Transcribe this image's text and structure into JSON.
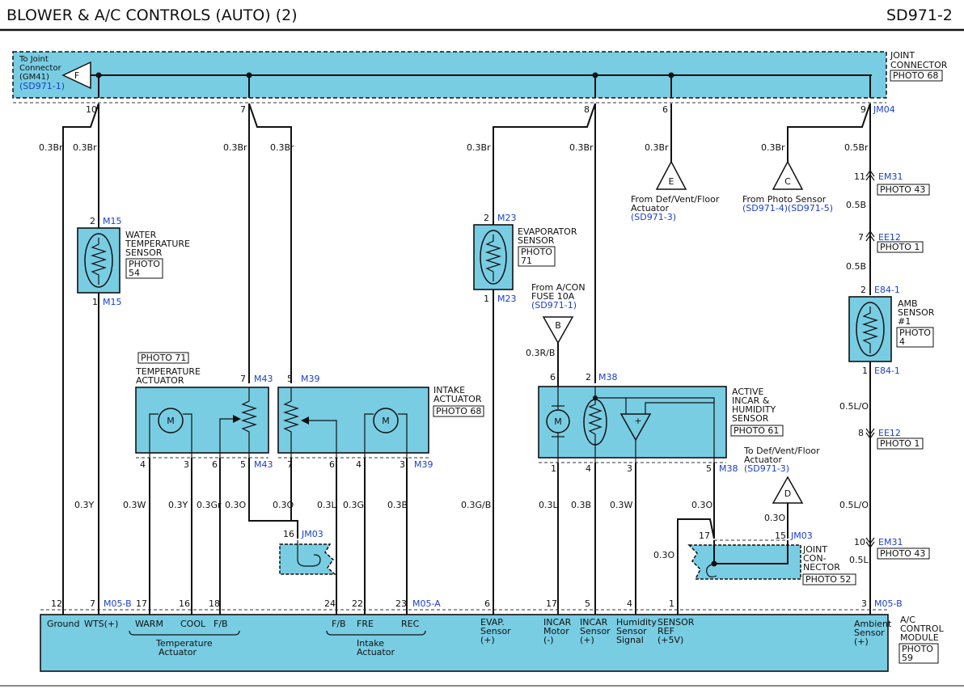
{
  "header": {
    "title": "BLOWER & A/C CONTROLS (AUTO) (2)",
    "code": "SD971-2"
  },
  "joint_connector": {
    "label": [
      "JOINT",
      "CONNECTOR"
    ],
    "photo": "PHOTO 68",
    "code": "JM04",
    "to_joint": [
      "To Joint",
      "Connector",
      "(GM41)"
    ],
    "to_joint_ref": "(SD971-1)",
    "flag": "F",
    "pins": [
      "10",
      "7",
      "8",
      "6",
      "9"
    ]
  },
  "water_sensor": {
    "name": [
      "WATER",
      "TEMPERATURE",
      "SENSOR"
    ],
    "photo": [
      "PHOTO",
      "54"
    ],
    "pin_top": "2",
    "pin_bot": "1",
    "conn": "M15"
  },
  "evap_sensor": {
    "name": [
      "EVAPORATOR",
      "SENSOR"
    ],
    "photo": [
      "PHOTO",
      "71"
    ],
    "pin_top": "2",
    "pin_bot": "1",
    "conn": "M23"
  },
  "amb_sensor": {
    "name": [
      "AMB",
      "SENSOR",
      "#1"
    ],
    "photo": [
      "PHOTO",
      "4"
    ],
    "pin_top": "2",
    "pin_bot": "1",
    "conn": "E84-1"
  },
  "temp_actuator": {
    "photo": "PHOTO 71",
    "name": [
      "TEMPERATURE",
      "ACTUATOR"
    ],
    "pin_top": "7",
    "conn": "M43",
    "pins_bot": [
      "4",
      "3",
      "6",
      "5"
    ]
  },
  "intake_actuator": {
    "name": [
      "INTAKE",
      "ACTUATOR"
    ],
    "photo": "PHOTO 68",
    "pin_top": "5",
    "conn": "M39",
    "pins_bot": [
      "7",
      "6",
      "4",
      "3"
    ]
  },
  "incar_sensor": {
    "name": [
      "ACTIVE",
      "INCAR &",
      "HUMIDITY",
      "SENSOR"
    ],
    "photo": "PHOTO 61",
    "conn": "M38",
    "pins_top": [
      "6",
      "2"
    ],
    "pins_bot": [
      "1",
      "4",
      "3",
      "5"
    ]
  },
  "jm03_left": {
    "pin": "16",
    "conn": "JM03"
  },
  "jm03_right": {
    "pins": [
      "17",
      "15"
    ],
    "conn": "JM03",
    "label": [
      "JOINT",
      "CON-",
      "NECTOR"
    ],
    "photo": "PHOTO 52"
  },
  "flags": {
    "E": {
      "letter": "E",
      "text": [
        "From Def/Vent/Floor",
        "Actuator"
      ],
      "ref": "(SD971-3)"
    },
    "C": {
      "letter": "C",
      "text": [
        "From Photo Sensor"
      ],
      "ref": "(SD971-4)(SD971-5)"
    },
    "B": {
      "letter": "B",
      "text": [
        "From A/CON",
        "FUSE 10A"
      ],
      "ref": "(SD971-1)"
    },
    "D": {
      "letter": "D",
      "text": [
        "To Def/Vent/Floor",
        "Actuator"
      ],
      "ref": "(SD971-3)"
    }
  },
  "inline_connectors": [
    {
      "pin": "11",
      "conn": "EM31",
      "photo": "PHOTO 43"
    },
    {
      "pin": "7",
      "conn": "EE12",
      "photo": "PHOTO 1"
    },
    {
      "pin": "8",
      "conn": "EE12",
      "photo": "PHOTO 1"
    },
    {
      "pin": "10",
      "conn": "EM31",
      "photo": "PHOTO 43"
    }
  ],
  "wires": {
    "w1": "0.3Br",
    "w2": "0.3Br",
    "w3": "0.3Br",
    "w4": "0.3Br",
    "w5": "0.3Br",
    "w6": "0.3Br",
    "w7": "0.3Br",
    "w8": "0.3Br",
    "w9": "0.5Br",
    "b1": "0.5B",
    "b2": "0.5B",
    "rb": "0.3R/B",
    "lo1": "0.5L/O",
    "lo2": "0.5L/O",
    "l5": "0.5L",
    "y1": "0.3Y",
    "wa": "0.3W",
    "y2": "0.3Y",
    "gr": "0.3Gr",
    "o1": "0.3O",
    "o2": "0.3O",
    "l1": "0.3L",
    "g1": "0.3G",
    "b3": "0.3B",
    "gb": "0.3G/B",
    "l2": "0.3L",
    "b4": "0.3B",
    "w10": "0.3W",
    "o3": "0.3O",
    "o4": "0.3O",
    "o5": "0.3O"
  },
  "module": {
    "name": [
      "A/C",
      "CONTROL",
      "MODULE"
    ],
    "photo": [
      "PHOTO",
      "59"
    ],
    "conn_b": "M05-B",
    "conn_a": "M05-A",
    "conn_b2": "M05-B",
    "pins": [
      "12",
      "7",
      "17",
      "16",
      "18",
      "24",
      "22",
      "23",
      "6",
      "17",
      "5",
      "4",
      "1",
      "3"
    ],
    "labels": {
      "ground": "Ground",
      "wts": "WTS(+)",
      "warm": "WARM",
      "cool": "COOL",
      "fb1": "F/B",
      "temp_group": [
        "Temperature",
        "Actuator"
      ],
      "fb2": "F/B",
      "fre": "FRE",
      "rec": "REC",
      "intake_group": [
        "Intake",
        "Actuator"
      ],
      "evap": [
        "EVAP.",
        "Sensor",
        "(+)"
      ],
      "motor": [
        "INCAR",
        "Motor",
        "(-)"
      ],
      "incar": [
        "INCAR",
        "Sensor",
        "(+)"
      ],
      "humid": [
        "Humidity",
        "Sensor",
        "Signal"
      ],
      "ref": [
        "SENSOR",
        "REF",
        "(+5V)"
      ],
      "amb": [
        "Ambient",
        "Sensor",
        "(+)"
      ]
    }
  },
  "glyphs": {
    "motor": "M",
    "plus": "+"
  }
}
